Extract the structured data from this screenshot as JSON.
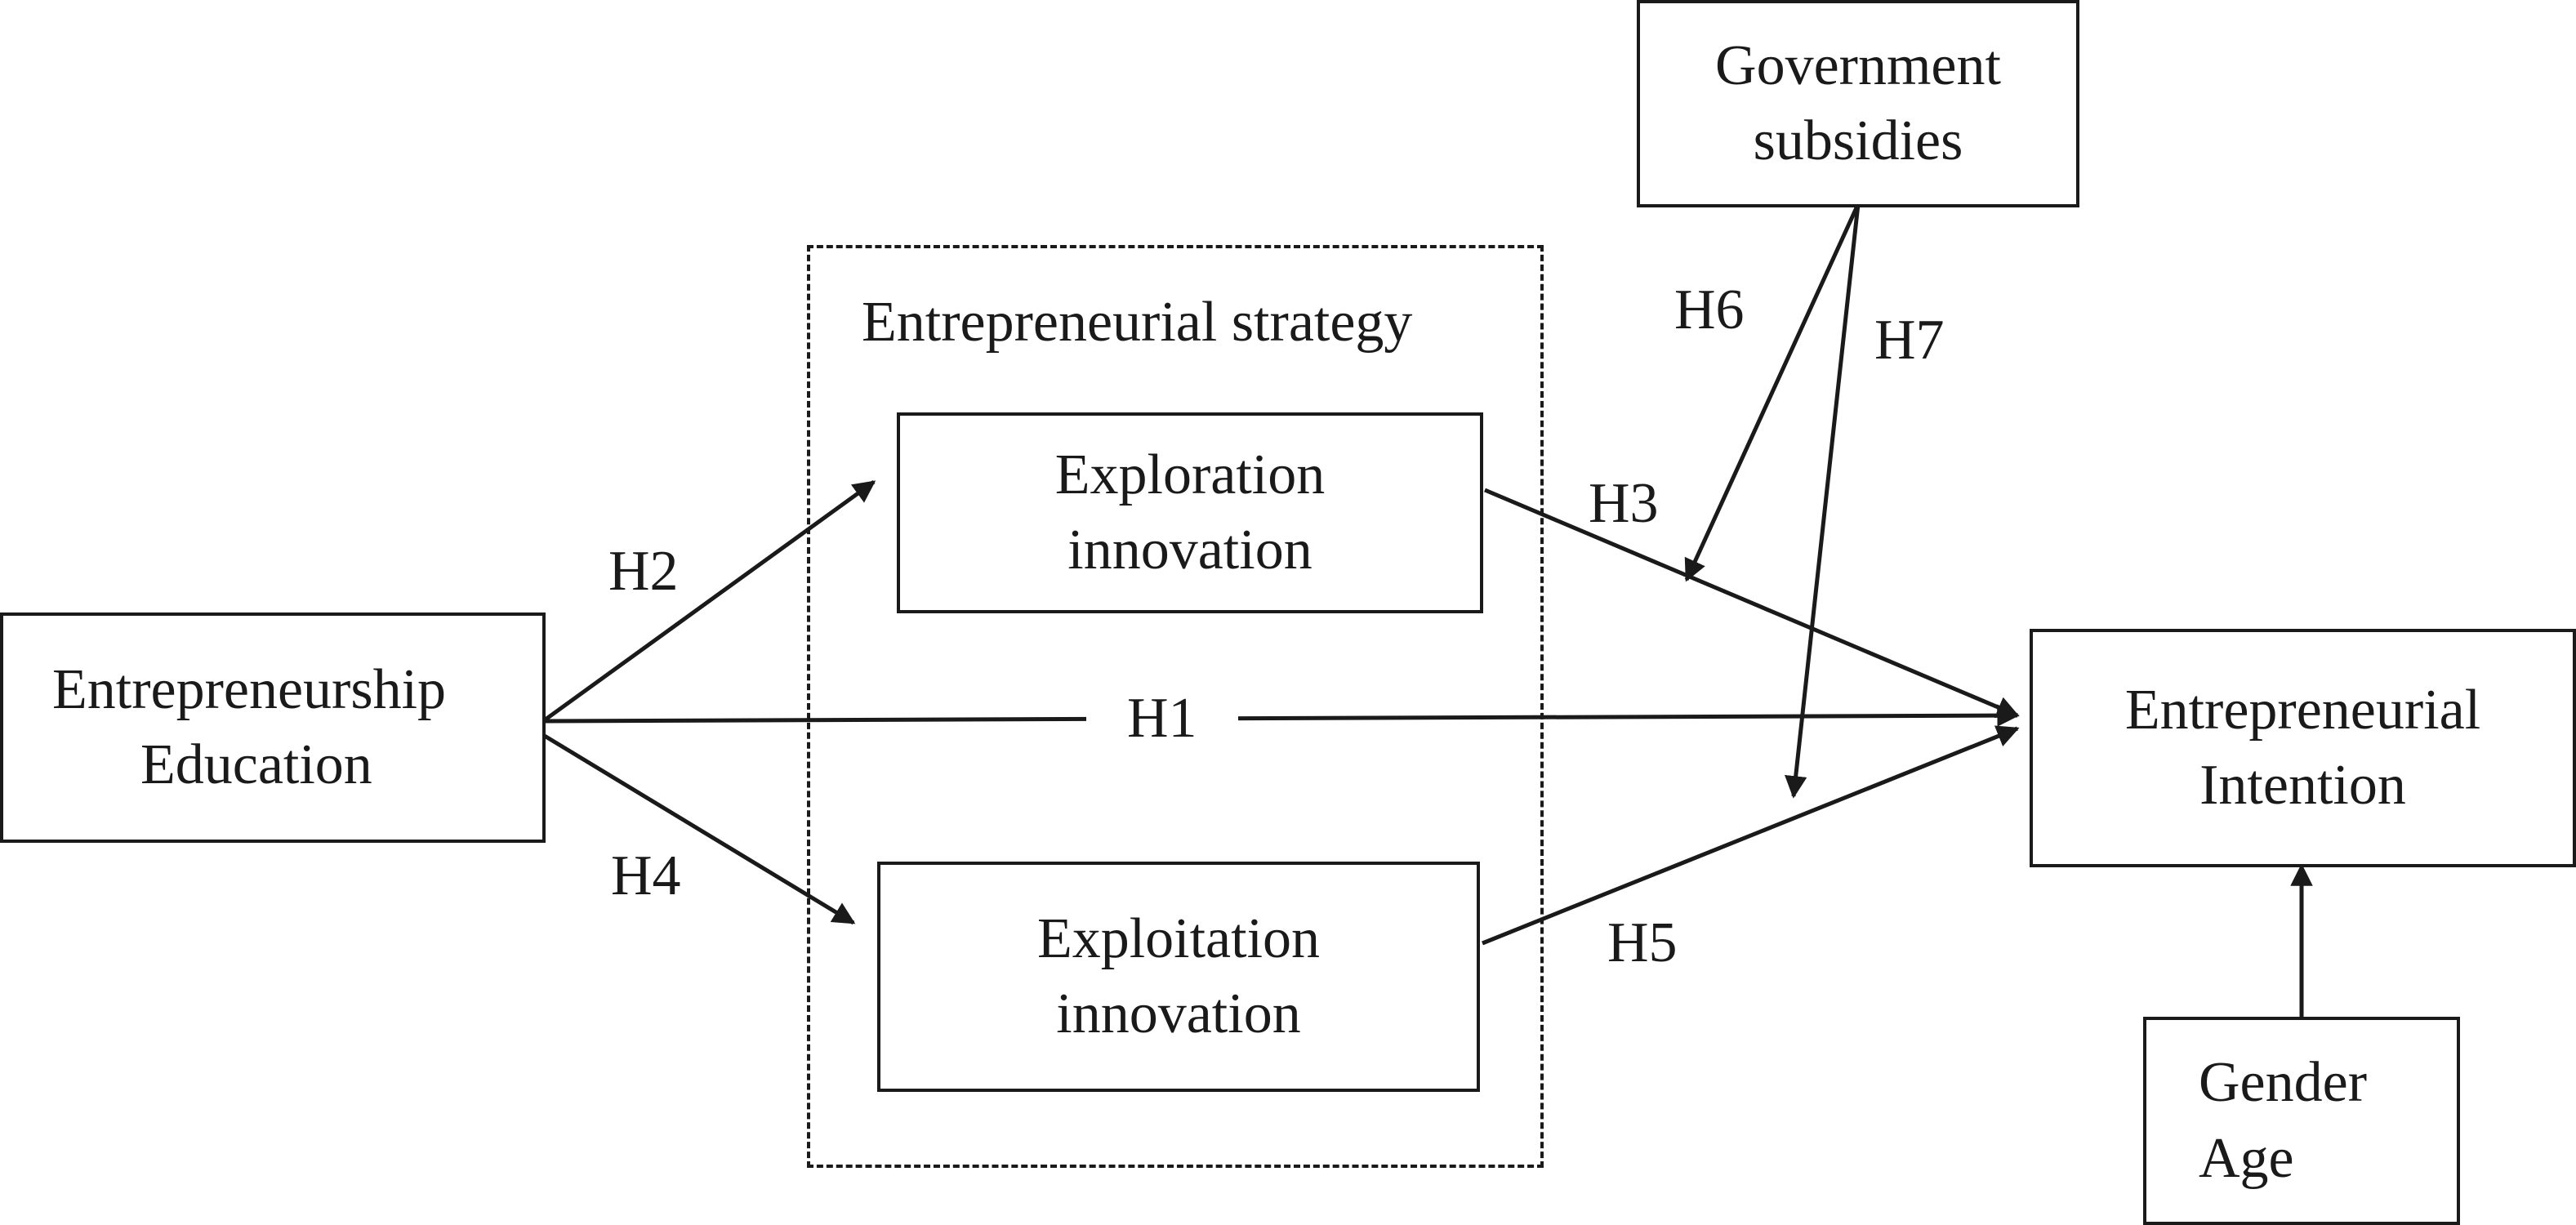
{
  "group": {
    "title": "Entrepreneurial strategy"
  },
  "nodes": {
    "entrepreneurship_education": {
      "line1": "Entrepreneurship",
      "line2": "Education"
    },
    "exploration_innovation": {
      "line1": "Exploration",
      "line2": "innovation"
    },
    "exploitation_innovation": {
      "line1": "Exploitation",
      "line2": "innovation"
    },
    "entrepreneurial_intention": {
      "line1": "Entrepreneurial",
      "line2": "Intention"
    },
    "government_subsidies": {
      "line1": "Government",
      "line2": "subsidies"
    },
    "controls": {
      "line1": "Gender",
      "line2": "Age"
    }
  },
  "hypotheses": {
    "h1": "H1",
    "h2": "H2",
    "h3": "H3",
    "h4": "H4",
    "h5": "H5",
    "h6": "H6",
    "h7": "H7"
  },
  "colors": {
    "ink": "#1a1a1a",
    "background": "#ffffff"
  }
}
